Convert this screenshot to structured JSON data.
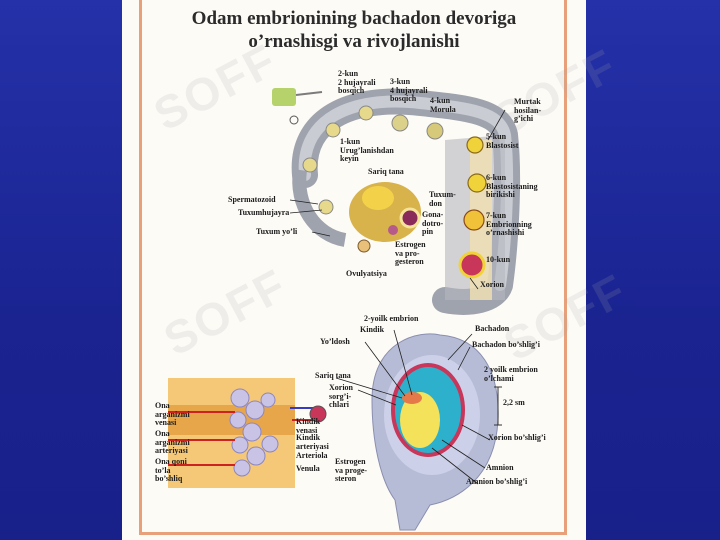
{
  "title_line1": "Odam embrionining bachadon devoriga",
  "title_line2": "o’rnashisgi va rivojlanishi",
  "watermark": "SOFF",
  "upper_labels": {
    "day2": "2-kun\n2 hujayrali\nbosqich",
    "day3": "3-kun\n4 hujayrali\nbosqich",
    "day4": "4-kun\nMorula",
    "day1": "1-kun\nUrug’lanishdan\nkeyin",
    "martak": "Murtak\nhosilan-\ng’ichi",
    "day5": "5-kun\nBlastosist",
    "sariq_tana_top": "Sariq tana",
    "spermatozoid": "Spermatozoid",
    "tuxumhujayra": "Tuxumhujayra",
    "tuxum_yoli": "Tuxum yo’li",
    "tuxumdon": "Tuxum-\ndon",
    "gonadotropin": "Gona-\ndotro-\npin",
    "estrogen_top": "Estrogen\nva pro-\ngesteron",
    "ovulyatsiya": "Ovulyatsiya",
    "day6": "6-kun\nBlastosistaning\nbirikishi",
    "day7": "7-kun\nEmbrionning\no’rnashishi",
    "day10": "10-kun",
    "xorion_top": "Xorion"
  },
  "lower_labels": {
    "embryo2w": "2-yoilk embrion",
    "kindik_top": "Kindik",
    "bachadon": "Bachadon",
    "yoldosh": "Yo’ldosh",
    "bachadon_bosh": "Bachadon bo’shlig’i",
    "sariq_tana_bottom": "Sariq tana",
    "embryo2w_size": "2 yoilk embrion\no’lchami",
    "xorion_sorg": "Xorion\nsorg’i-\nchlari",
    "size": "2,2 sm",
    "ona_vena": "Ona\narganizmi\nvenasi",
    "ona_arteriya": "Ona\narganizmi\narteriyasi",
    "kindik_vena": "Kindik\nvenasi",
    "kindik_arteriya": "Kindik\narteriyasi",
    "xorion_bosh": "Xorion bo’shlig’i",
    "ona_qoni": "Ona qoni\nto’la\nbo’shliq",
    "arteriola": "Arteriola",
    "amnion": "Amnion",
    "venula": "Venula",
    "estrogen_bottom": "Estrogen\nva proge-\nsteron",
    "amnion_bosh": "Amnion bo’shlig’i"
  }
}
